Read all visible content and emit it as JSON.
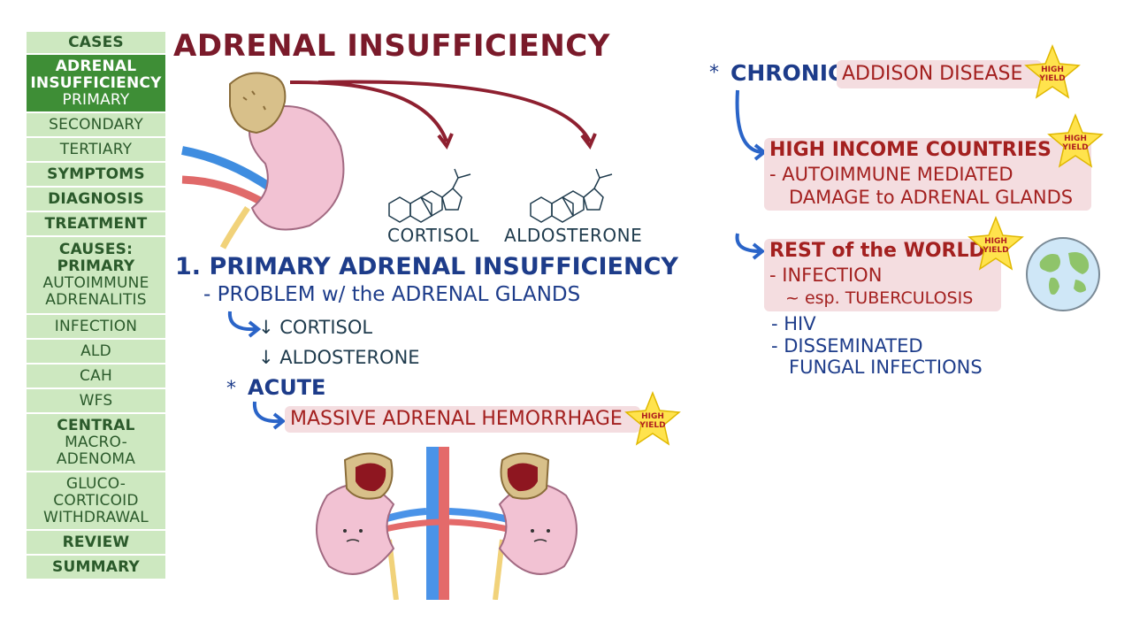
{
  "sidebar": {
    "items": [
      {
        "lines": [
          "CASES"
        ],
        "bold": true,
        "active": false
      },
      {
        "lines": [
          "ADRENAL",
          "INSUFFICIENCY",
          "PRIMARY"
        ],
        "bold": false,
        "active": true
      },
      {
        "lines": [
          "SECONDARY"
        ],
        "bold": false,
        "active": false
      },
      {
        "lines": [
          "TERTIARY"
        ],
        "bold": false,
        "active": false
      },
      {
        "lines": [
          "SYMPTOMS"
        ],
        "bold": true,
        "active": false
      },
      {
        "lines": [
          "DIAGNOSIS"
        ],
        "bold": true,
        "active": false
      },
      {
        "lines": [
          "TREATMENT"
        ],
        "bold": true,
        "active": false
      },
      {
        "lines": [
          "CAUSES:",
          "PRIMARY",
          "AUTOIMMUNE",
          "ADRENALITIS"
        ],
        "bold": false,
        "active": false
      },
      {
        "lines": [
          "INFECTION"
        ],
        "bold": false,
        "active": false
      },
      {
        "lines": [
          "ALD"
        ],
        "bold": false,
        "active": false
      },
      {
        "lines": [
          "CAH"
        ],
        "bold": false,
        "active": false
      },
      {
        "lines": [
          "WFS"
        ],
        "bold": false,
        "active": false
      },
      {
        "lines": [
          "CENTRAL",
          "MACRO-",
          "ADENOMA"
        ],
        "bold": false,
        "active": false
      },
      {
        "lines": [
          "GLUCO-",
          "CORTICOID",
          "WITHDRAWAL"
        ],
        "bold": false,
        "active": false
      },
      {
        "lines": [
          "REVIEW"
        ],
        "bold": true,
        "active": false
      },
      {
        "lines": [
          "SUMMARY"
        ],
        "bold": true,
        "active": false
      }
    ]
  },
  "main": {
    "title": "ADRENAL INSUFFICIENCY",
    "hormones": {
      "cortisol": "CORTISOL",
      "aldosterone": "ALDOSTERONE"
    },
    "primary": {
      "heading": "1. PRIMARY ADRENAL INSUFFICIENCY",
      "problem": "- PROBLEM w/ the ADRENAL GLANDS",
      "down_cortisol": "↓ CORTISOL",
      "down_aldosterone": "↓ ALDOSTERONE",
      "acute_star": "*",
      "acute": "ACUTE",
      "acute_cause": "MASSIVE ADRENAL HEMORRHAGE"
    },
    "chronic": {
      "star": "*",
      "label": "CHRONIC",
      "disease": "ADDISON DISEASE",
      "high_income": {
        "heading": "HIGH INCOME COUNTRIES",
        "line1": "- AUTOIMMUNE MEDIATED",
        "line2": "DAMAGE to ADRENAL GLANDS"
      },
      "rest_of_world": {
        "heading": "REST of the WORLD",
        "infection": "- INFECTION",
        "tb": "~ esp. TUBERCULOSIS",
        "hiv": "- HIV",
        "fungal1": "- DISSEMINATED",
        "fungal2": "FUNGAL INFECTIONS"
      }
    },
    "badge": {
      "line1": "HIGH",
      "line2": "YIELD"
    }
  },
  "colors": {
    "sidebar_bg": "#cde8c0",
    "sidebar_active": "#3e8e36",
    "title": "#7a1a2a",
    "navy": "#1d3c8a",
    "red": "#a3201f",
    "highlight": "#f4dde0",
    "star": "#ffe34d"
  }
}
